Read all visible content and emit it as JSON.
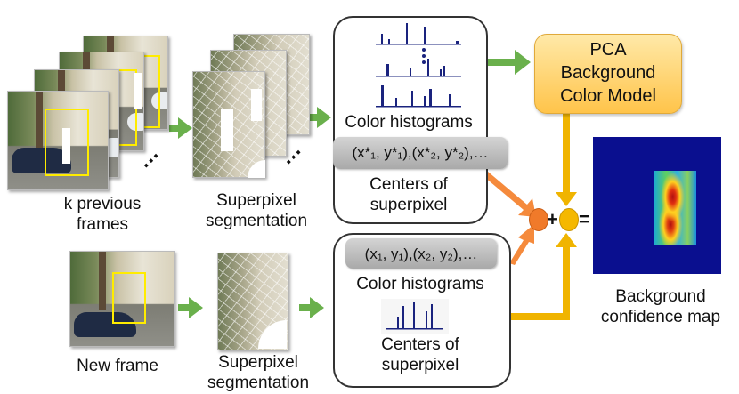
{
  "labels": {
    "k_previous_frames": "k previous\nframes",
    "new_frame": "New frame",
    "superpixel_seg_top": "Superpixel\nsegmentation",
    "superpixel_seg_bottom": "Superpixel\nsegmentation",
    "color_hist_top": "Color histograms",
    "centers_top": "Centers of\nsuperpixel",
    "color_hist_bottom": "Color histograms",
    "centers_bottom": "Centers of\nsuperpixel",
    "pca": "PCA\nBackground\nColor Model",
    "background_conf": "Background\nconfidence map",
    "ellipsis_frames": "…",
    "ellipsis_seg": "…",
    "plus": "+",
    "equals": "="
  },
  "coords_top": "(x*₁, y*₁),(x*₂, y*₂),…",
  "coords_bottom": "(x₁, y₁),(x₂, y₂),…",
  "colors": {
    "green_arrow": "#6ab04c",
    "orange_arrow": "#f58a3c",
    "yellow_arrow": "#f0b400",
    "orange_node": "#f07a2a",
    "yellow_node": "#f5b800"
  }
}
